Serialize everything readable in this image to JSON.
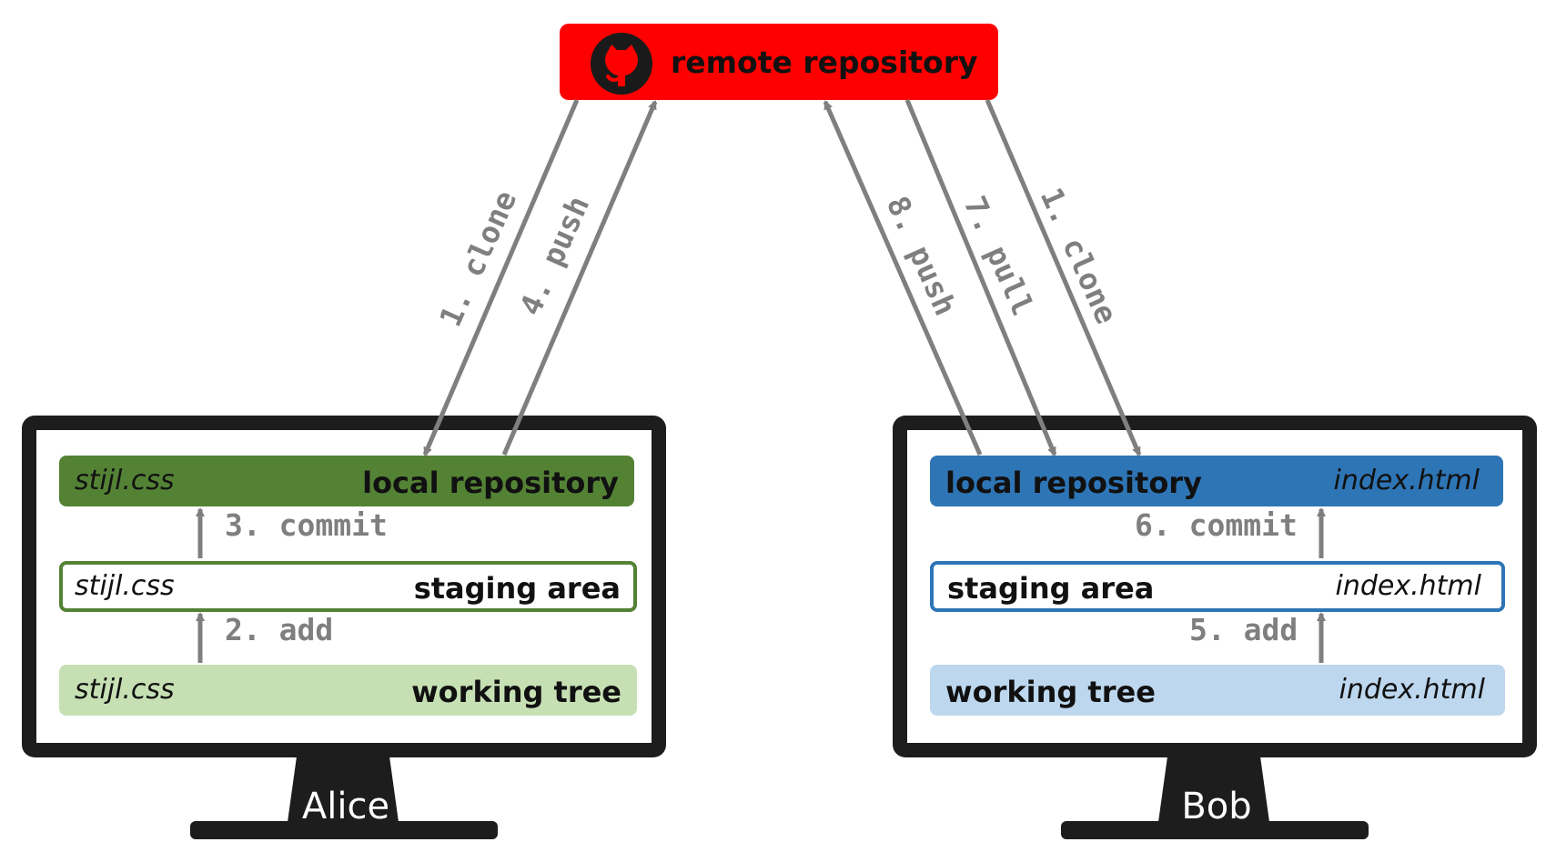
{
  "remote": {
    "label": "remote repository",
    "icon": "github-icon",
    "color": "#ff0000"
  },
  "users": {
    "alice": {
      "name": "Alice",
      "accent": "#548235",
      "light": "#c6e0b4",
      "local": {
        "file": "stijl.css",
        "label": "local repository"
      },
      "staging": {
        "file": "stijl.css",
        "label": "staging area"
      },
      "working": {
        "file": "stijl.css",
        "label": "working tree"
      },
      "steps": {
        "add": "2. add",
        "commit": "3. commit"
      }
    },
    "bob": {
      "name": "Bob",
      "accent": "#2e75b6",
      "light": "#bdd7ee",
      "local": {
        "file": "index.html",
        "label": "local repository"
      },
      "staging": {
        "file": "index.html",
        "label": "staging area"
      },
      "working": {
        "file": "index.html",
        "label": "working tree"
      },
      "steps": {
        "add": "5. add",
        "commit": "6. commit"
      }
    }
  },
  "links": {
    "alice_clone": "1. clone",
    "alice_push": "4. push",
    "bob_push": "8. push",
    "bob_pull": "7. pull",
    "bob_clone": "1. clone"
  },
  "colors": {
    "arrow": "#7f7f7f",
    "monitor": "#1d1d1d"
  }
}
